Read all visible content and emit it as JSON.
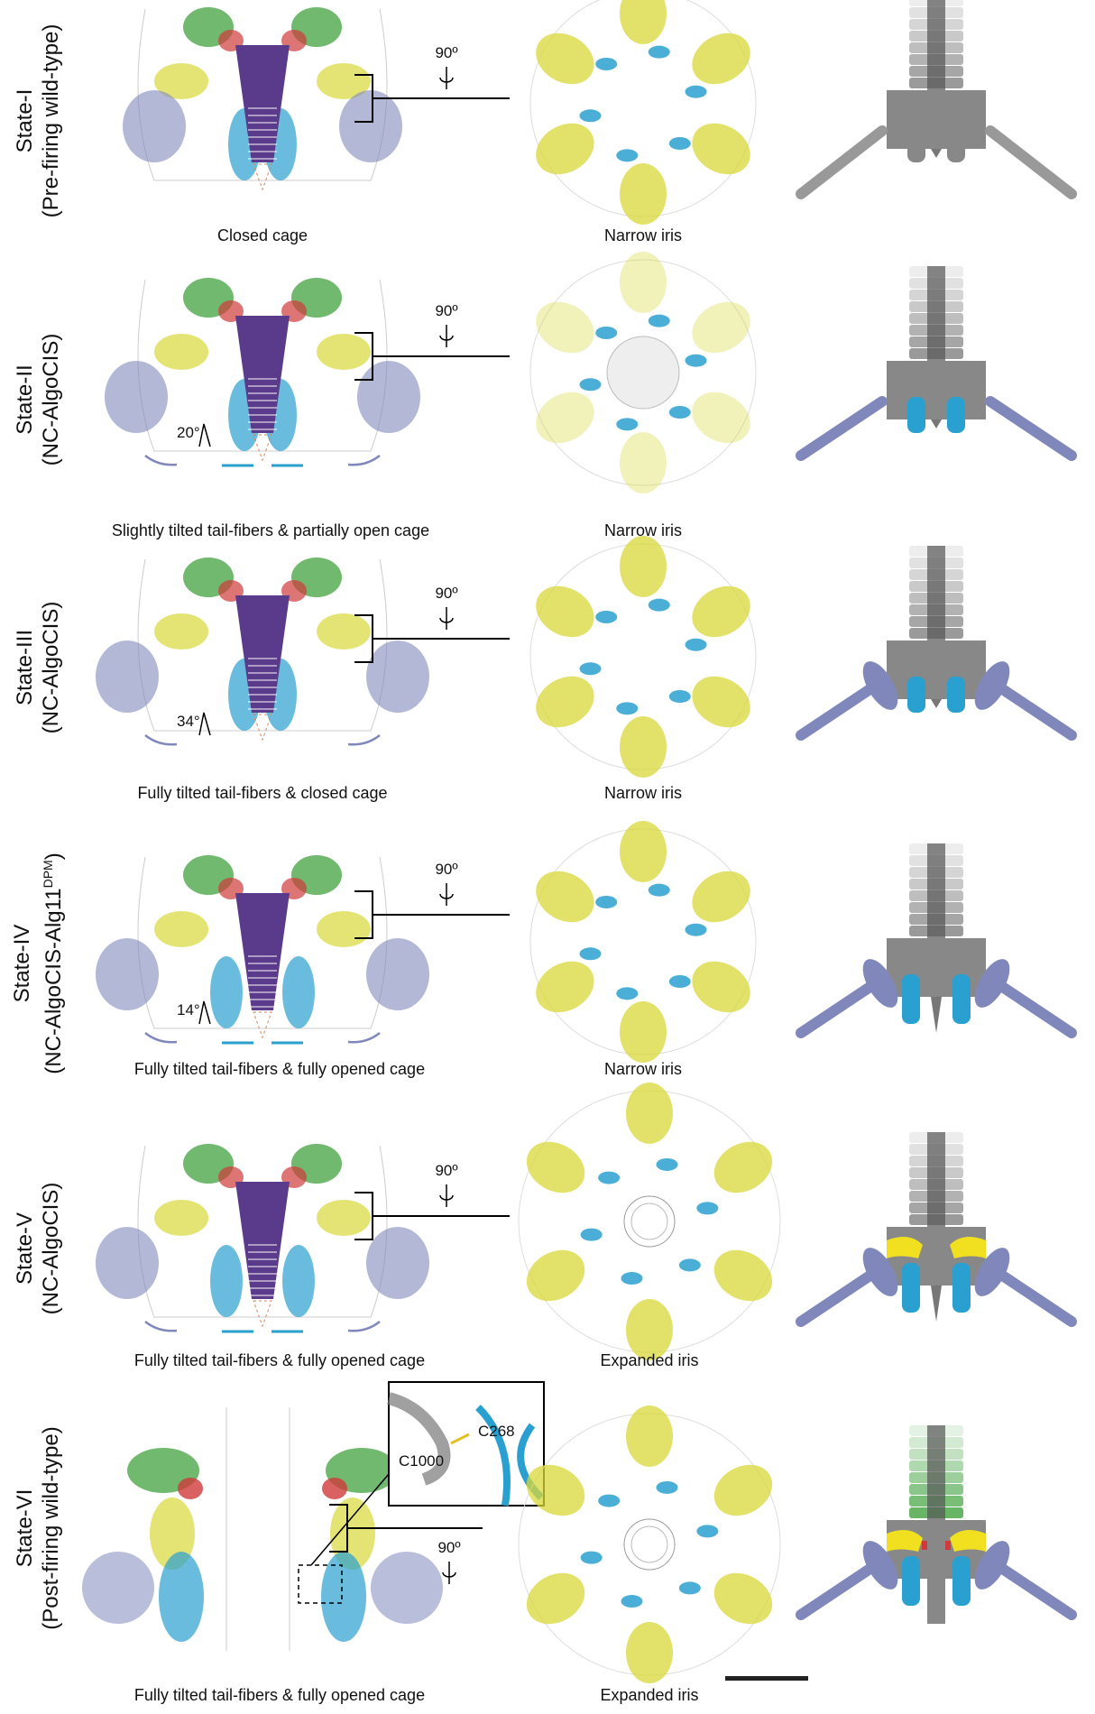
{
  "rotation_label": "90º",
  "rows": [
    {
      "state": "State-I",
      "condition": "(Pre-firing wild-type)",
      "side_caption": "Closed cage",
      "top_caption": "Narrow iris",
      "tilt_angle": null
    },
    {
      "state": "State-II",
      "condition": "(NC-AlgoCIS)",
      "side_caption": "Slightly tilted tail-fibers & partially open cage",
      "top_caption": "Narrow iris",
      "tilt_angle": "20°"
    },
    {
      "state": "State-III",
      "condition": "(NC-AlgoCIS)",
      "side_caption": "Fully tilted tail-fibers & closed cage",
      "top_caption": "Narrow iris",
      "tilt_angle": "34°"
    },
    {
      "state": "State-IV",
      "condition": "(NC-AlgoCIS-Alg11",
      "condition_sup": "DPM",
      "condition_end": ")",
      "side_caption": "Fully tilted tail-fibers & fully opened cage",
      "top_caption": "Narrow iris",
      "tilt_angle": "14°"
    },
    {
      "state": "State-V",
      "condition": "(NC-AlgoCIS)",
      "side_caption": "Fully tilted tail-fibers & fully opened cage",
      "top_caption": "Expanded iris",
      "tilt_angle": null
    },
    {
      "state": "State-VI",
      "condition": "(Post-firing wild-type)",
      "side_caption": "Fully tilted tail-fibers & fully opened cage",
      "top_caption": "Expanded iris",
      "tilt_angle": null
    }
  ],
  "inset": {
    "residue_a": "C1000",
    "residue_b": "C268"
  },
  "colors": {
    "yellow": "#d8d83a",
    "cyan": "#2aa0d0",
    "purple": "#5a3a8a",
    "lavender": "#8088bb",
    "green": "#4ca84a",
    "red": "#d03a3a",
    "grey": "#999999"
  }
}
